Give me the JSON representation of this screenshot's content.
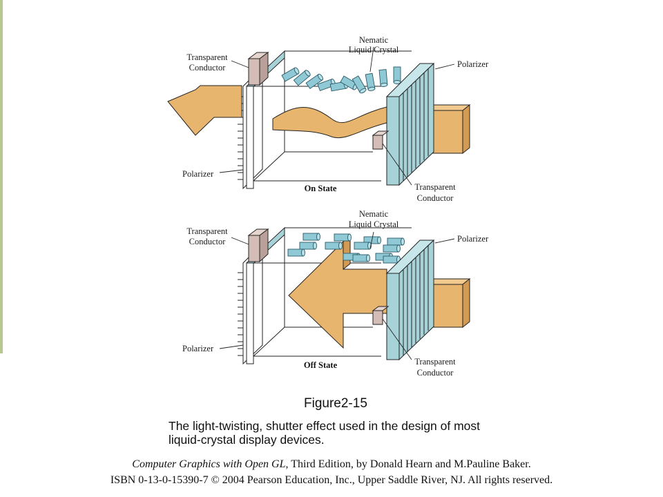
{
  "figure": {
    "number": "Figure2-15",
    "caption_line1": "The light-twisting, shutter effect used in the design of most",
    "caption_line2": "liquid-crystal display devices."
  },
  "on_state": {
    "title": "On State",
    "nematic_line1": "Nematic",
    "nematic_line2": "Liquid Crystal",
    "polarizer_right": "Polarizer",
    "polarizer_left": "Polarizer",
    "transparent_top_line1": "Transparent",
    "transparent_top_line2": "Conductor",
    "transparent_bottom_line1": "Transparent",
    "transparent_bottom_line2": "Conductor"
  },
  "off_state": {
    "title": "Off State",
    "nematic_line1": "Nematic",
    "nematic_line2": "Liquid Crystal",
    "polarizer_right": "Polarizer",
    "polarizer_left": "Polarizer",
    "transparent_top_line1": "Transparent",
    "transparent_top_line2": "Conductor",
    "transparent_bottom_line1": "Transparent",
    "transparent_bottom_line2": "Conductor"
  },
  "credits": {
    "book_title": "Computer Graphics with Open GL",
    "book_rest": ", Third Edition, by Donald Hearn and M.Pauline Baker.",
    "isbn_line": "ISBN 0-13-0-15390-7 © 2004 Pearson Education, Inc., Upper Saddle River, NJ. All rights reserved."
  },
  "colors": {
    "light_arrow": "#e8b56e",
    "polarizer_teal": "#a7d3d8",
    "conductor_block": "#d4bdb6",
    "crystal_rod": "#8fc9d6"
  }
}
